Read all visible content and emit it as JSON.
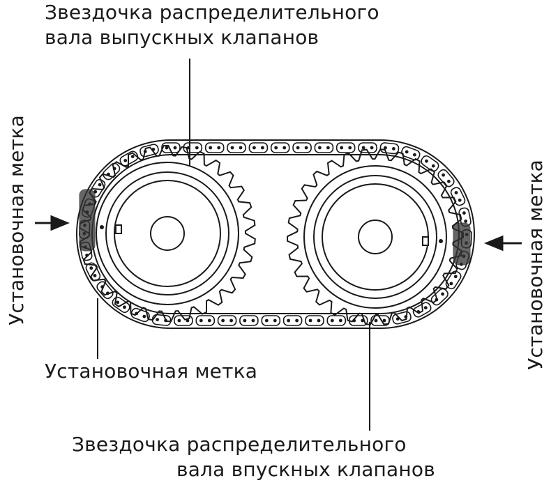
{
  "labels": {
    "exhaust_sprocket": [
      "Звездочка распределительного",
      "вала выпускных клапанов"
    ],
    "intake_sprocket": [
      "Звездочка распределительного",
      "вала впускных клапанов"
    ],
    "timing_mark_bottom": "Установочная метка",
    "timing_mark_left": "Установочная метка",
    "timing_mark_right": "Установочная метка"
  },
  "colors": {
    "line": "#1a1a1a",
    "background": "#ffffff"
  }
}
